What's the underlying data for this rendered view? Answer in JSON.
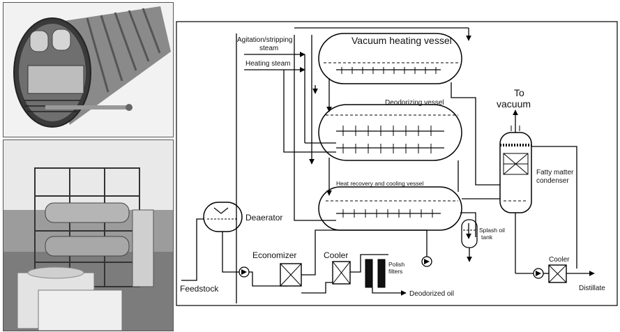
{
  "photos": {
    "top_alt": "Photograph of a cylindrical vessel with internal trays",
    "bottom_alt": "Photograph of an installed deodorizer plant"
  },
  "labels": {
    "agitation_stripping_1": "Agitation/stripping",
    "agitation_stripping_2": "steam",
    "heating_steam": "Heating steam",
    "vacuum_heating_vessel": "Vacuum heating vessel",
    "deodorizing_vessel": "Deodorizing vessel",
    "heat_recovery_cooling_vessel": "Heat recovery and cooling vessel",
    "to_vacuum_1": "To",
    "to_vacuum_2": "vacuum",
    "fatty_matter_condenser_1": "Fatty matter",
    "fatty_matter_condenser_2": "condenser",
    "deaerator": "Deaerator",
    "splash_oil_tank_1": "Splash oil",
    "splash_oil_tank_2": "tank",
    "economizer": "Economizer",
    "cooler_1": "Cooler",
    "cooler_2": "Cooler",
    "polish_filters_1": "Polish",
    "polish_filters_2": "filters",
    "feedstock": "Feedstock",
    "deodorized_oil": "Deodorized oil",
    "distillate": "Distillate"
  }
}
